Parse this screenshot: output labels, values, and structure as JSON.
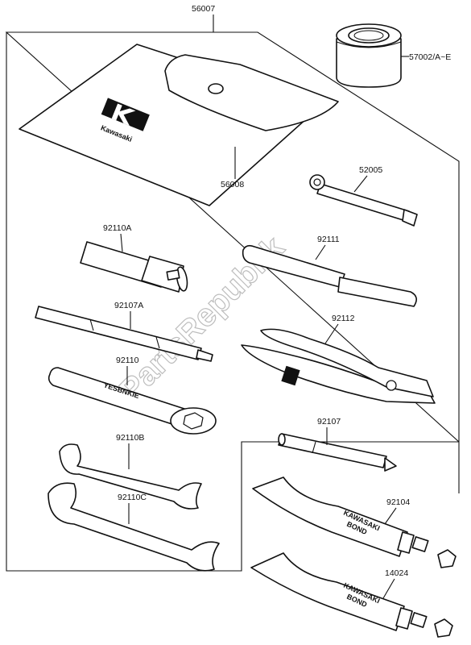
{
  "labels": {
    "kit_assembly": "56007",
    "grease_can": "57002/A~E",
    "tool_bag": "56008",
    "spark_plug_wrench": "52005",
    "socket_wrench": "92110A",
    "screwdriver_grip": "92111",
    "double_screwdriver": "92107A",
    "pliers": "92112",
    "box_wrench": "92110",
    "screwdriver": "92107",
    "open_wrench_b": "92110B",
    "open_wrench_c": "92110C",
    "bond_tube_1": "92104",
    "bond_tube_2": "14024"
  },
  "bag_brand": "Kawasaki",
  "box_wrench_stamp": "YESBNKIE",
  "bond_tube_text": [
    "KAWASAKI",
    "BOND"
  ],
  "watermark": "PartsRepublik",
  "colors": {
    "ink": "#111111",
    "watermark": "#bdbdbd",
    "background": "#ffffff"
  }
}
